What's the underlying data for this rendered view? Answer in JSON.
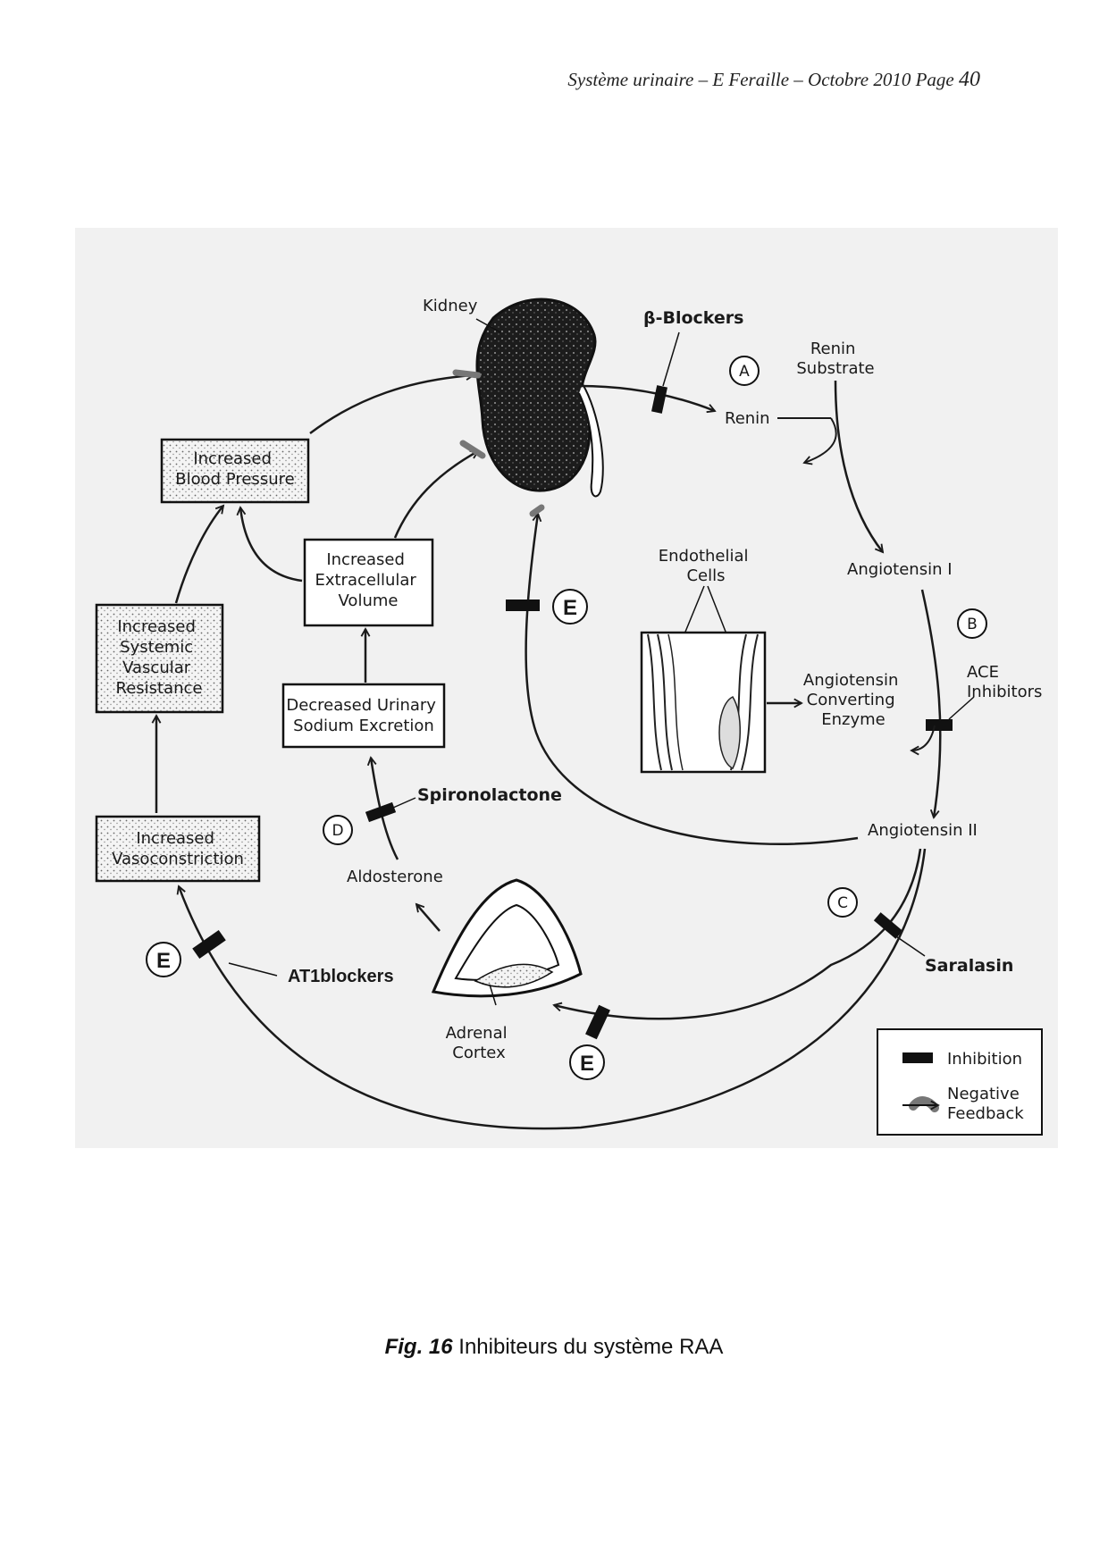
{
  "header": {
    "text": "Système urinaire – E Feraille – Octobre 2010  Page",
    "page_number": "40"
  },
  "diagram": {
    "kidney": "Kidney",
    "beta_blockers": "β-Blockers",
    "renin_substrate": [
      "Renin",
      "Substrate"
    ],
    "renin": "Renin",
    "angiotensin_1": "Angiotensin I",
    "angiotensin_2": "Angiotensin II",
    "ace_inhibitors": [
      "ACE",
      "Inhibitors"
    ],
    "endothelial_cells": [
      "Endothelial",
      "Cells"
    ],
    "ace_enzyme": [
      "Angiotensin",
      "Converting",
      "Enzyme"
    ],
    "saralasin": "Saralasin",
    "adrenal_cortex": [
      "Adrenal",
      "Cortex"
    ],
    "aldosterone": "Aldosterone",
    "spironolactone": "Spironolactone",
    "decreased_urinary": [
      "Decreased Urinary",
      "Sodium Excretion"
    ],
    "increased_ecv": [
      "Increased",
      "Extracellular",
      "Volume"
    ],
    "increased_bp": [
      "Increased",
      "Blood Pressure"
    ],
    "increased_svr": [
      "Increased",
      "Systemic",
      "Vascular",
      "Resistance"
    ],
    "increased_vasoconstriction": [
      "Increased",
      "Vasoconstriction"
    ],
    "at1_blockers": "AT1blockers",
    "marker_a": "A",
    "marker_b": "B",
    "marker_c": "C",
    "marker_d": "D",
    "marker_e": "E",
    "legend": {
      "inhibition": "Inhibition",
      "negative_feedback": [
        "Negative",
        "Feedback"
      ]
    }
  },
  "caption": {
    "label": "Fig. 16",
    "text": " Inhibiteurs du système RAA"
  }
}
